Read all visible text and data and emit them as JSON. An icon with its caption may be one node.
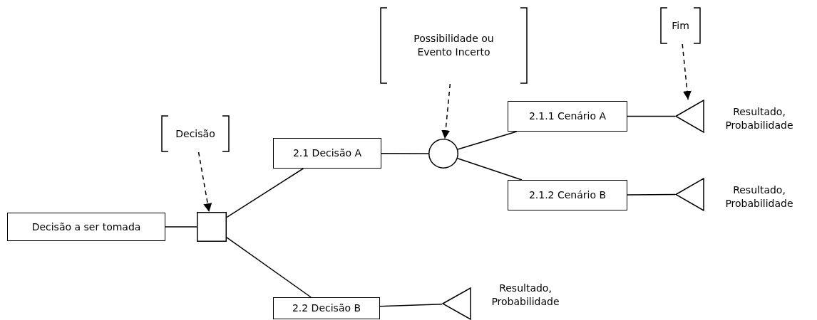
{
  "diagram": {
    "nodes": [
      {
        "text": [
          "Decisão a ser tomada"
        ]
      },
      {
        "text": [],
        "shape": "box"
      },
      {
        "text": [
          "2.1 Decisão A"
        ]
      },
      {
        "text": [
          "2.2 Decisão B"
        ]
      },
      {
        "text": [],
        "shape": "circle"
      },
      {
        "text": [
          "2.1.1 Cenário A"
        ]
      },
      {
        "text": [
          "2.1.2 Cenário B"
        ]
      },
      {
        "text": [],
        "shape": "triangle",
        "beside": [
          "Resultado, Probabilidade"
        ]
      },
      {
        "text": [],
        "shape": "triangle",
        "beside": [
          "Resultado, Probabilidade"
        ]
      },
      {
        "text": [],
        "shape": "triangle",
        "beside": [
          "Resultado, Probabilidade"
        ]
      },
      {
        "text": [
          "Decisão"
        ]
      },
      {
        "text": [
          "Possibilidade ou Evento Incerto"
        ]
      },
      {
        "text": [
          "Fim"
        ]
      }
    ],
    "edges": [
      {
        "from": 0,
        "to": 1,
        "arrow": "none"
      },
      {
        "from": 1,
        "to": 2,
        "arrow": "none"
      },
      {
        "from": 1,
        "to": 3,
        "arrow": "none"
      },
      {
        "from": 2,
        "to": 4,
        "arrow": "none"
      },
      {
        "from": 4,
        "to": 5,
        "arrow": "none"
      },
      {
        "from": 4,
        "to": 6,
        "arrow": "none"
      },
      {
        "from": 5,
        "to": 7,
        "arrow": "none"
      },
      {
        "from": 6,
        "to": 8,
        "arrow": "none"
      },
      {
        "from": 3,
        "to": 9,
        "arrow": "none"
      },
      {
        "from": 10,
        "to": 1,
        "arrow": "to",
        "style": "dashed"
      },
      {
        "from": 11,
        "to": 4,
        "arrow": "to",
        "style": "dashed"
      },
      {
        "from": 12,
        "to": 7,
        "arrow": "to",
        "style": "dashed"
      }
    ]
  }
}
